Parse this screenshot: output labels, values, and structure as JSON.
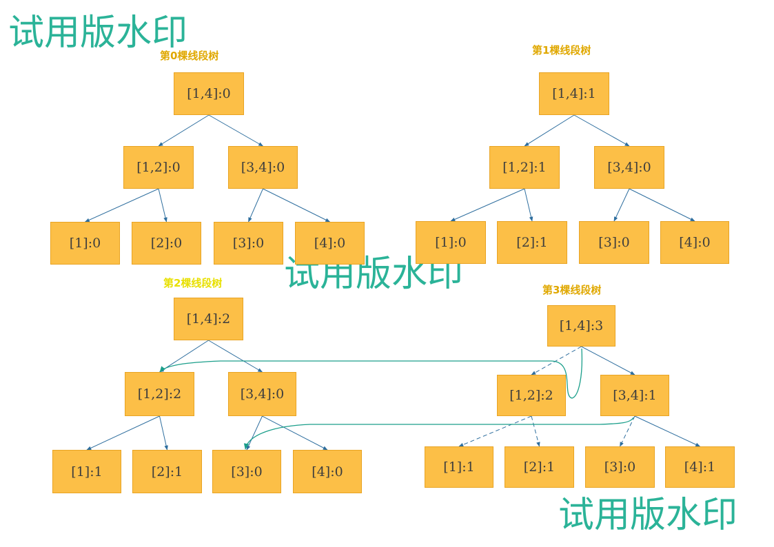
{
  "colors": {
    "node_fill": "#fcbf47",
    "edge": "#2e6e9e",
    "link": "#1a9e8a",
    "title_gold": "#e0a800",
    "title_yellow": "#e8e000",
    "watermark": "#2bb398"
  },
  "watermark_text": "试用版水印",
  "trees": [
    {
      "title": "第0棵线段树",
      "nodes": {
        "root": "[1,4]:0",
        "l": "[1,2]:0",
        "r": "[3,4]:0",
        "l1": "[1]:0",
        "l2": "[2]:0",
        "r3": "[3]:0",
        "r4": "[4]:0"
      }
    },
    {
      "title": "第1棵线段树",
      "nodes": {
        "root": "[1,4]:1",
        "l": "[1,2]:1",
        "r": "[3,4]:0",
        "l1": "[1]:0",
        "l2": "[2]:1",
        "r3": "[3]:0",
        "r4": "[4]:0"
      }
    },
    {
      "title": "第2棵线段树",
      "nodes": {
        "root": "[1,4]:2",
        "l": "[1,2]:2",
        "r": "[3,4]:0",
        "l1": "[1]:1",
        "l2": "[2]:1",
        "r3": "[3]:0",
        "r4": "[4]:0"
      }
    },
    {
      "title": "第3棵线段树",
      "nodes": {
        "root": "[1,4]:3",
        "l": "[1,2]:2",
        "r": "[3,4]:1",
        "l1": "[1]:1",
        "l2": "[2]:1",
        "r3": "[3]:0",
        "r4": "[4]:1"
      }
    }
  ]
}
